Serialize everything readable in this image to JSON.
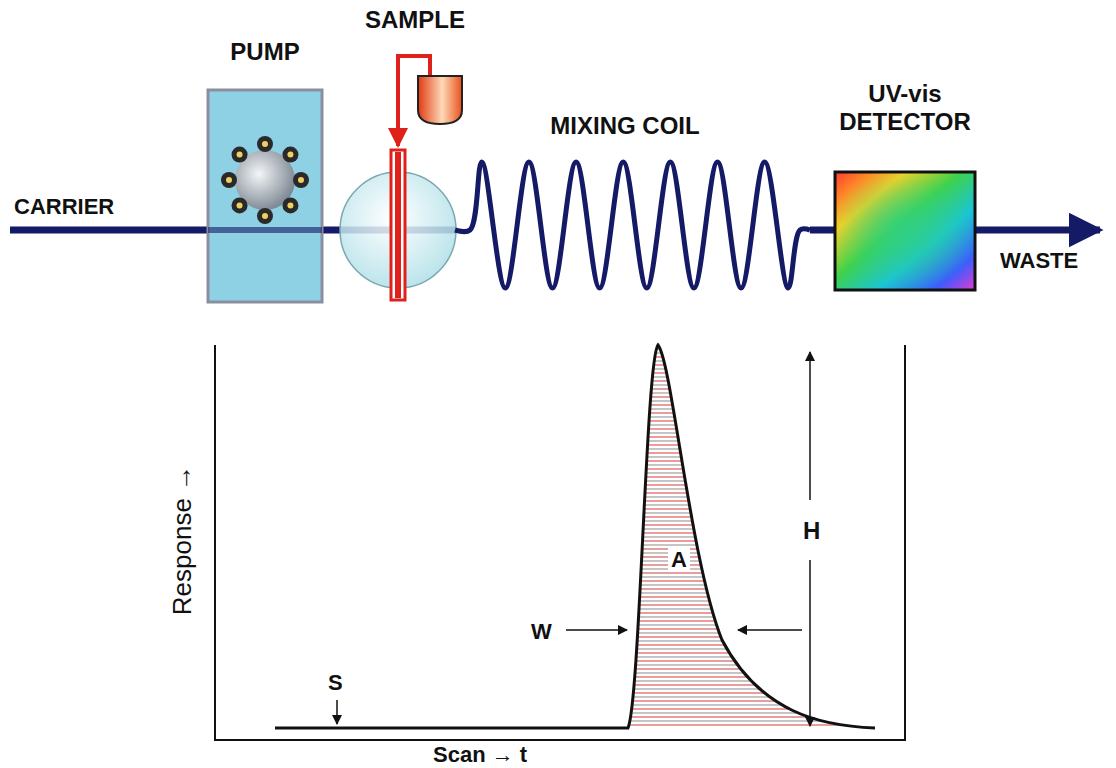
{
  "diagram": {
    "nodes": [
      {
        "text": [
          "PUMP"
        ]
      },
      {
        "text": [
          "SAMPLE"
        ]
      },
      {
        "text": [
          "MIXING COIL"
        ]
      },
      {
        "text": [
          "UV-vis DETECTOR"
        ]
      }
    ],
    "edges": [
      {
        "from": 0,
        "to": 2,
        "arrow": "none"
      },
      {
        "from": 2,
        "to": 3,
        "arrow": "none"
      }
    ],
    "labels": [
      "CARRIER",
      "WASTE",
      "Response →",
      "Scan → t",
      "S",
      "W",
      "A",
      "H"
    ]
  }
}
